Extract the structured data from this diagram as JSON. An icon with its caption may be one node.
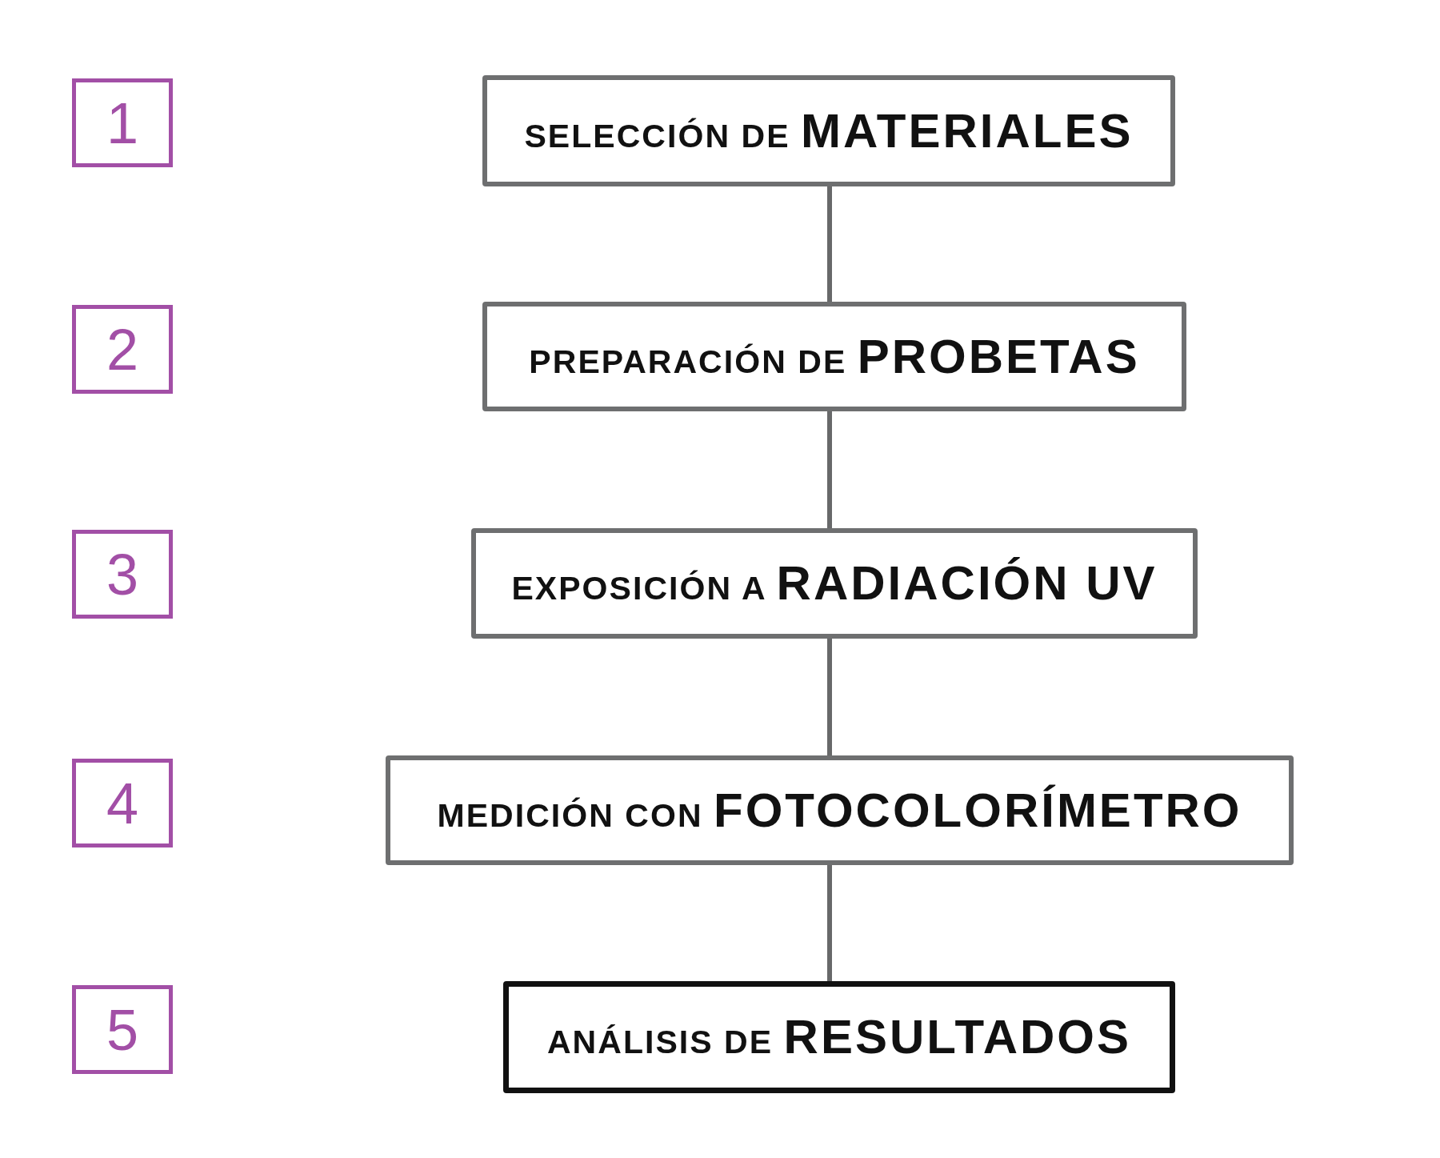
{
  "diagram": {
    "nodes": [
      {
        "text": [
          "1"
        ]
      },
      {
        "text": [
          "SELECCIÓN DE **MATERIALES**"
        ]
      },
      {
        "text": [
          "2"
        ]
      },
      {
        "text": [
          "PREPARACIÓN DE **PROBETAS**"
        ]
      },
      {
        "text": [
          "3"
        ]
      },
      {
        "text": [
          "EXPOSICIÓN A **RADIACIÓN UV**"
        ]
      },
      {
        "text": [
          "4"
        ]
      },
      {
        "text": [
          "MEDICIÓN CON **FOTOCOLORÍMETRO**"
        ]
      },
      {
        "text": [
          "5"
        ]
      },
      {
        "text": [
          "ANÁLISIS DE **RESULTADOS**"
        ]
      }
    ],
    "edges": [
      {
        "from": 1,
        "to": 3,
        "arrow": "none"
      },
      {
        "from": 3,
        "to": 5,
        "arrow": "none"
      },
      {
        "from": 5,
        "to": 7,
        "arrow": "none"
      },
      {
        "from": 7,
        "to": 9,
        "arrow": "none"
      }
    ]
  }
}
